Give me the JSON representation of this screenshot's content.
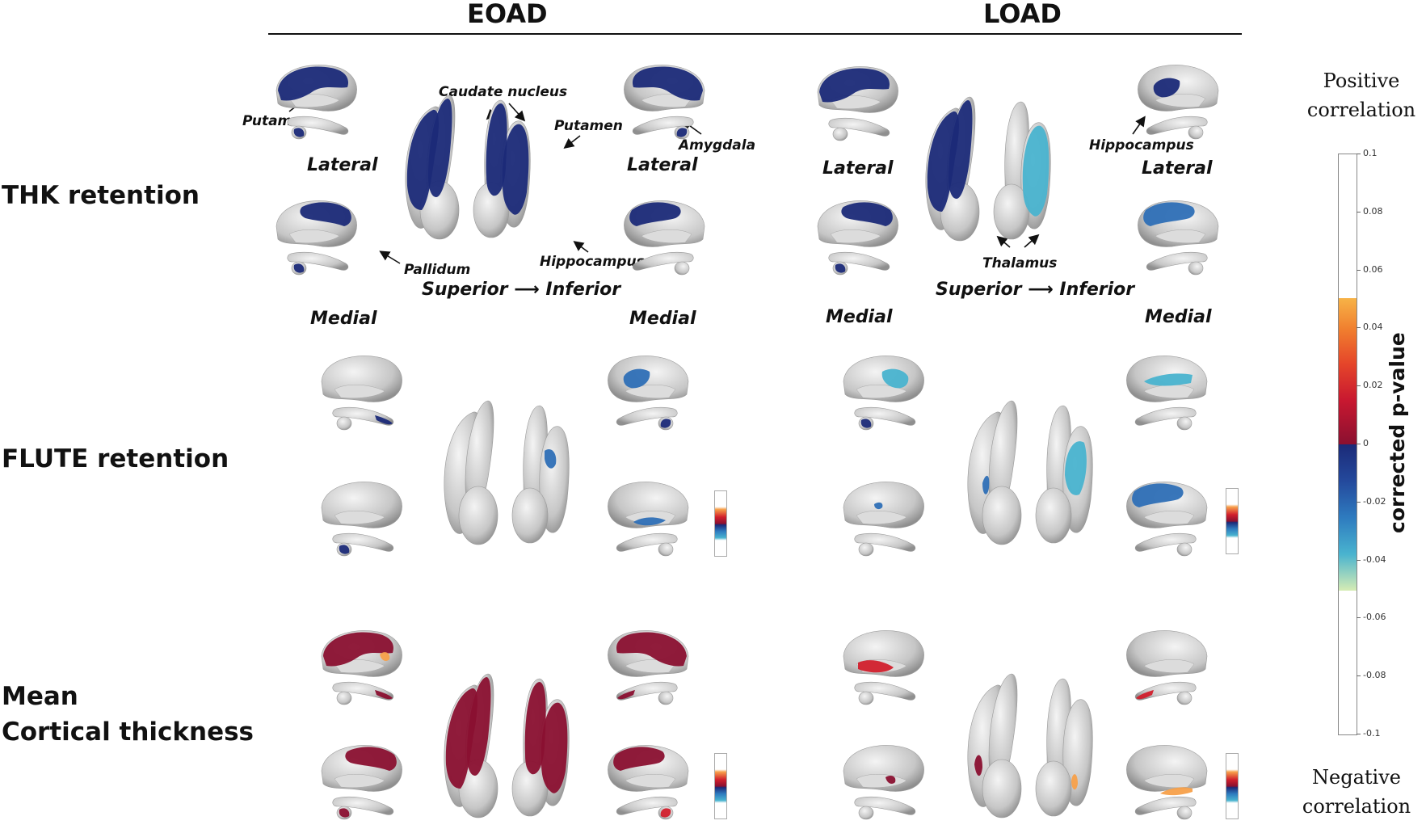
{
  "columns": {
    "left": "EOAD",
    "right": "LOAD"
  },
  "rows": {
    "thk": "THK retention",
    "flute": "FLUTE retention",
    "mean_line1": "Mean",
    "mean_line2": "Cortical thickness"
  },
  "views": {
    "lateral": "Lateral",
    "medial": "Medial"
  },
  "direction": {
    "superior": "Superior",
    "inferior": "Inferior"
  },
  "annotations": {
    "putamen": "Putamen",
    "caudate": "Caudate nucleus",
    "amygdala": "Amygdala",
    "pallidum": "Pallidum",
    "hippocampus": "Hippocampus",
    "thalamus": "Thalamus"
  },
  "legend": {
    "positive_line1": "Positive",
    "positive_line2": "correlation",
    "negative_line1": "Negative",
    "negative_line2": "correlation",
    "colorbar_title": "corrected p-value",
    "ticks": [
      "0.1",
      "0.08",
      "0.06",
      "0.04",
      "0.02",
      "0",
      "-0.02",
      "-0.04",
      "-0.06",
      "-0.08",
      "-0.1"
    ]
  },
  "colors": {
    "negative_dark": "#1b2a78",
    "negative_mid": "#2e6fb6",
    "negative_light": "#49b3cf",
    "positive_dark": "#8a1030",
    "positive_mid": "#d11f2c",
    "positive_light": "#f7a04a",
    "structure_gray": "#c9c9c9"
  }
}
